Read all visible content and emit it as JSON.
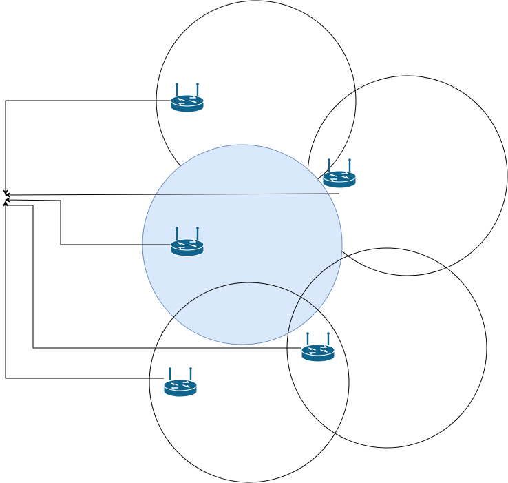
{
  "diagram": {
    "background": "#ffffff",
    "stroke": "#000000",
    "highlight_fill": "#dae8fc",
    "highlight_stroke": "#6c8ebf",
    "router_color": "#10648c",
    "router_highlight": "#ffffff",
    "coverage_areas": [
      {
        "name": "coverage-circle-top",
        "highlighted": false
      },
      {
        "name": "coverage-circle-right",
        "highlighted": false
      },
      {
        "name": "coverage-circle-center",
        "highlighted": true
      },
      {
        "name": "coverage-circle-bottom-right",
        "highlighted": false
      },
      {
        "name": "coverage-circle-bottom-left",
        "highlighted": false
      }
    ],
    "routers": [
      {
        "name": "wireless-router-top-icon"
      },
      {
        "name": "wireless-router-right-icon"
      },
      {
        "name": "wireless-router-center-icon"
      },
      {
        "name": "wireless-router-bottom-right-icon"
      },
      {
        "name": "wireless-router-bottom-left-icon"
      }
    ]
  }
}
